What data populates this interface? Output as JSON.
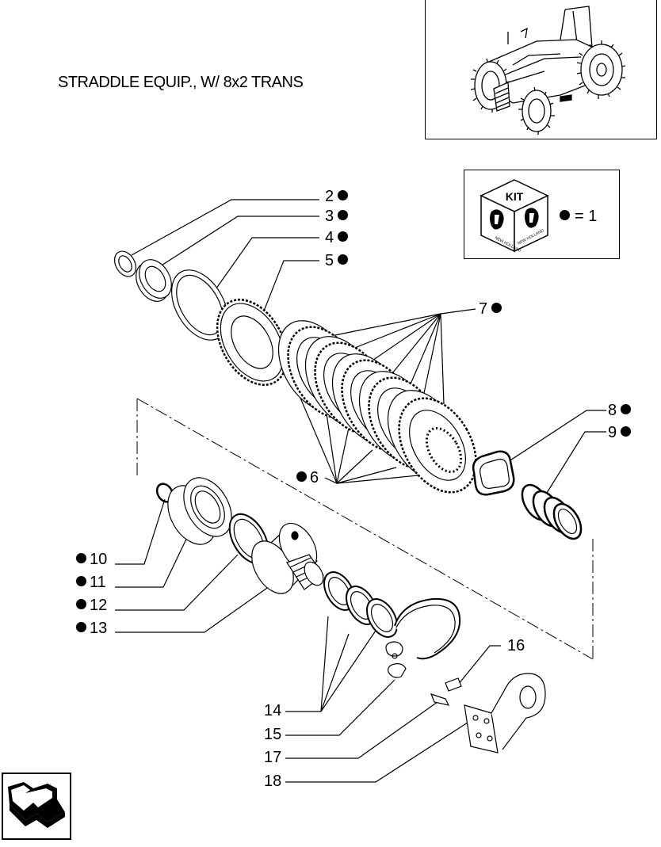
{
  "header": {
    "title": "STRADDLE EQUIP., W/ 8x2 TRANS"
  },
  "kit_legend": {
    "kit_label": "KIT",
    "equals_text": "= 1",
    "brand_text": "NEW HOLLAND"
  },
  "callouts": [
    {
      "id": "c2",
      "number": "2",
      "kit": true
    },
    {
      "id": "c3",
      "number": "3",
      "kit": true
    },
    {
      "id": "c4",
      "number": "4",
      "kit": true
    },
    {
      "id": "c5",
      "number": "5",
      "kit": true
    },
    {
      "id": "c6",
      "number": "6",
      "kit": true
    },
    {
      "id": "c7",
      "number": "7",
      "kit": true
    },
    {
      "id": "c8",
      "number": "8",
      "kit": true
    },
    {
      "id": "c9",
      "number": "9",
      "kit": true
    },
    {
      "id": "c10",
      "number": "10",
      "kit": true
    },
    {
      "id": "c11",
      "number": "11",
      "kit": true
    },
    {
      "id": "c12",
      "number": "12",
      "kit": true
    },
    {
      "id": "c13",
      "number": "13",
      "kit": true
    },
    {
      "id": "c14",
      "number": "14",
      "kit": false
    },
    {
      "id": "c15",
      "number": "15",
      "kit": false
    },
    {
      "id": "c16",
      "number": "16",
      "kit": false
    },
    {
      "id": "c17",
      "number": "17",
      "kit": false
    },
    {
      "id": "c18",
      "number": "18",
      "kit": false
    }
  ],
  "icons": {
    "tractor": "tractor-illustration",
    "kit": "kit-cube-icon",
    "navigation": "next-page-arrow-icon"
  },
  "colors": {
    "ink": "#000000",
    "background": "#ffffff"
  }
}
